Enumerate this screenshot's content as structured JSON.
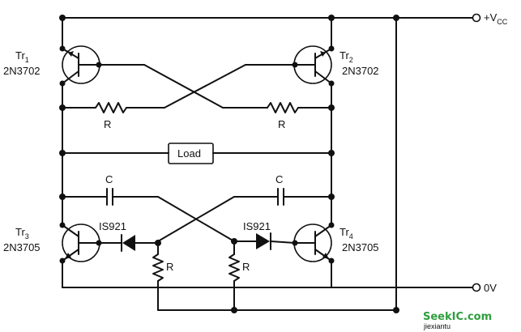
{
  "supply": {
    "vcc_prefix": "+V",
    "vcc_sub": "CC",
    "ground": "0V"
  },
  "transistors": [
    {
      "ref_main": "Tr",
      "ref_sub": "1",
      "part": "2N3702"
    },
    {
      "ref_main": "Tr",
      "ref_sub": "2",
      "part": "2N3702"
    },
    {
      "ref_main": "Tr",
      "ref_sub": "3",
      "part": "2N3705"
    },
    {
      "ref_main": "Tr",
      "ref_sub": "4",
      "part": "2N3705"
    }
  ],
  "resistor_label": "R",
  "capacitor_label": "C",
  "diode_label": "IS921",
  "load_label": "Load",
  "watermark": {
    "text": "SeekIC.com",
    "subtext": "jiexiantu"
  },
  "colors": {
    "wire": "#111111",
    "background": "#ffffff",
    "watermark_green": "#2e9e3e",
    "watermark_red": "#d23b2b"
  }
}
